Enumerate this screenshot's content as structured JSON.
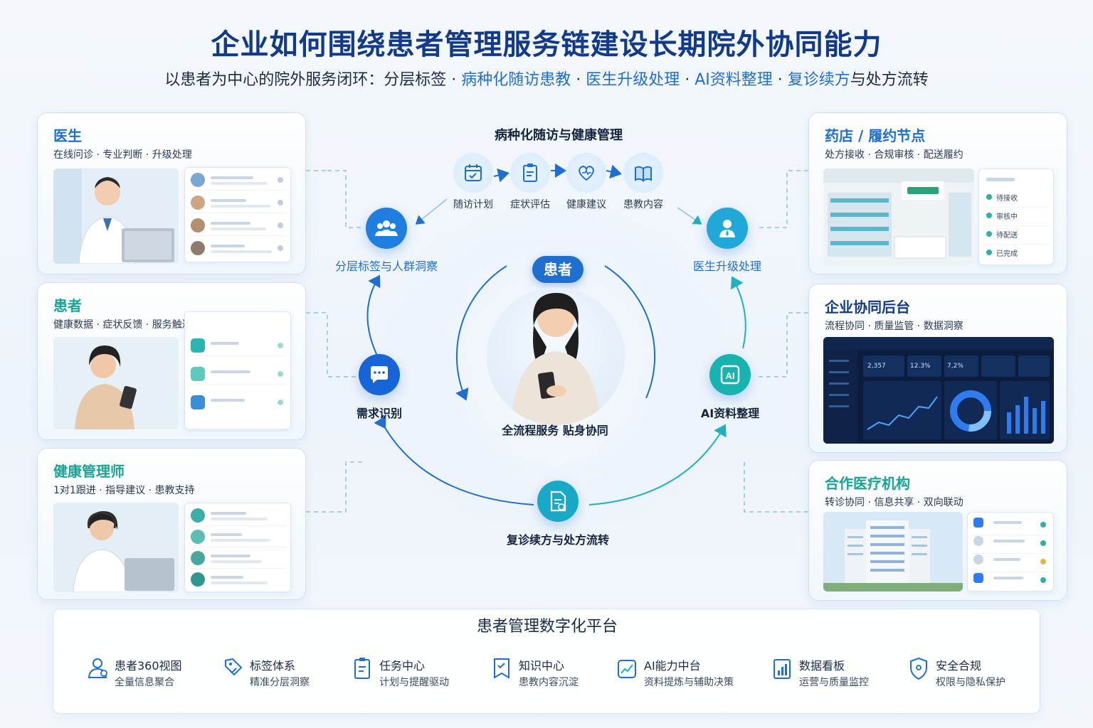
{
  "header": {
    "title": "企业如何围绕患者管理服务链建设长期院外协同能力",
    "subtitle_parts": [
      "以患者为中心的院外服务闭环：分层标签 · ",
      "病种化随访患教",
      " · ",
      "医生升级处理",
      " · ",
      "AI资料整理",
      " · ",
      "复诊续方",
      "与处方流转"
    ]
  },
  "left_panels": [
    {
      "title": "医生",
      "desc": "在线问诊 · 专业判断 · 升级处理",
      "color": "#1f6fd1"
    },
    {
      "title": "患者",
      "desc": "健康数据 · 症状反馈 · 服务触达",
      "color": "#17a596"
    },
    {
      "title": "健康管理师",
      "desc": "1对1跟进 · 指导建议 · 患教支持",
      "color": "#17a596"
    }
  ],
  "right_panels": [
    {
      "title": "药店 / 履约节点",
      "desc": "处方接收 · 合规审核 · 配送履约",
      "color": "#1f6fd1",
      "mini_items": [
        "待接收",
        "审核中",
        "待配送",
        "已完成"
      ]
    },
    {
      "title": "企业协同后台",
      "desc": "流程协同 · 质量监管 · 数据洞察",
      "color": "#123a8a",
      "stats": [
        "2,357",
        "12.3%",
        "7,2%"
      ]
    },
    {
      "title": "合作医疗机构",
      "desc": "转诊协同 · 信息共享 · 双向联动",
      "color": "#17a596"
    }
  ],
  "center": {
    "top_heading": "病种化随访与健康管理",
    "steps": [
      "随访计划",
      "症状评估",
      "健康建议",
      "患教内容"
    ],
    "patient_badge": "患者",
    "patient_caption": "全流程服务  贴身协同",
    "nodes": {
      "tagging": "分层标签与人群洞察",
      "doctor_upgrade": "医生升级处理",
      "demand": "需求识别",
      "ai": "AI资料整理",
      "ai_icon_text": "AI",
      "revisit": "复诊续方与处方流转"
    },
    "icons": {
      "tagging": "users-icon",
      "doctor_upgrade": "doctor-icon",
      "demand": "chat-icon",
      "ai": "ai-icon",
      "revisit": "document-icon"
    },
    "colors": {
      "blue": "#1f6fd1",
      "teal": "#17b0c0",
      "navy": "#123a8a"
    }
  },
  "platform": {
    "title": "患者管理数字化平台",
    "features": [
      {
        "title": "患者360视图",
        "desc": "全量信息聚合",
        "icon": "patient-profile-icon"
      },
      {
        "title": "标签体系",
        "desc": "精准分层洞察",
        "icon": "tag-icon"
      },
      {
        "title": "任务中心",
        "desc": "计划与提醒驱动",
        "icon": "task-icon"
      },
      {
        "title": "知识中心",
        "desc": "患教内容沉淀",
        "icon": "knowledge-icon"
      },
      {
        "title": "AI能力中台",
        "desc": "资料提炼与辅助决策",
        "icon": "ai-chart-icon"
      },
      {
        "title": "数据看板",
        "desc": "运营与质量监控",
        "icon": "dashboard-icon"
      },
      {
        "title": "安全合规",
        "desc": "权限与隐私保护",
        "icon": "shield-icon"
      }
    ]
  }
}
